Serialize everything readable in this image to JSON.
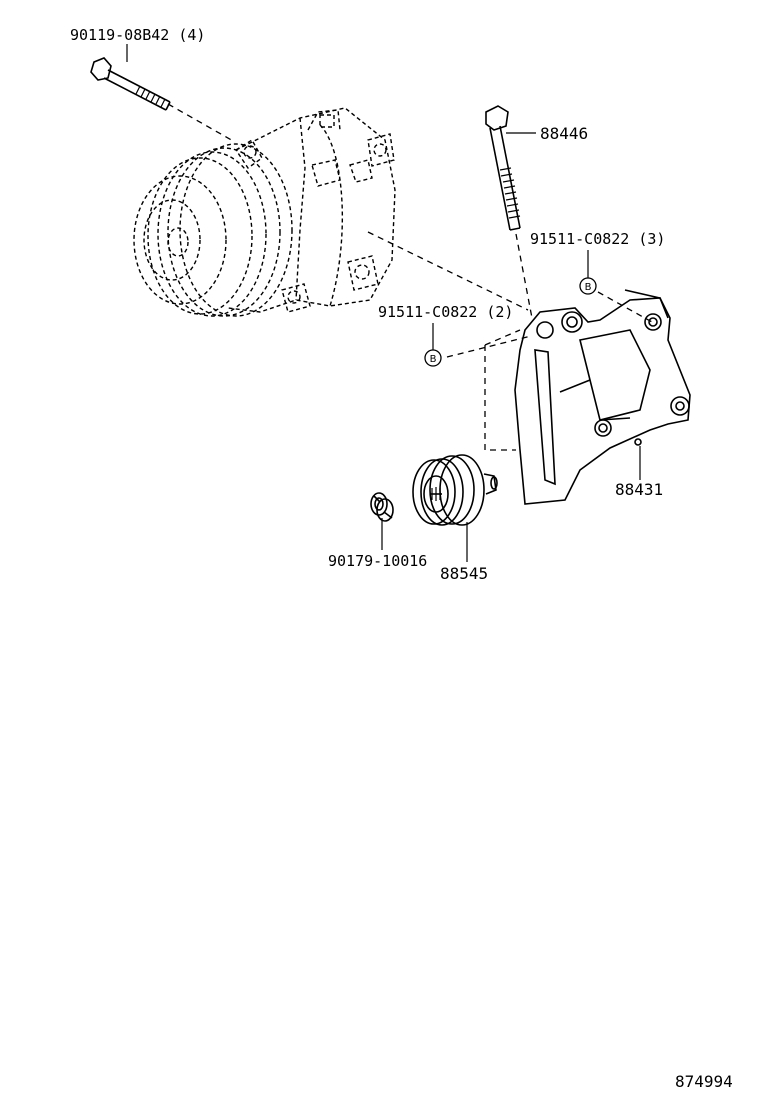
{
  "parts": {
    "bolt_compressor": "90119-08B42 (4)",
    "bolt_long": "88446",
    "bolt_b_upper": "91511-C0822 (3)",
    "bolt_b_lower": "91511-C0822 (2)",
    "bracket": "88431",
    "pulley": "88545",
    "collar": "90179-10016"
  },
  "markers": {
    "b_symbol": "B"
  },
  "figure_number": "874994"
}
